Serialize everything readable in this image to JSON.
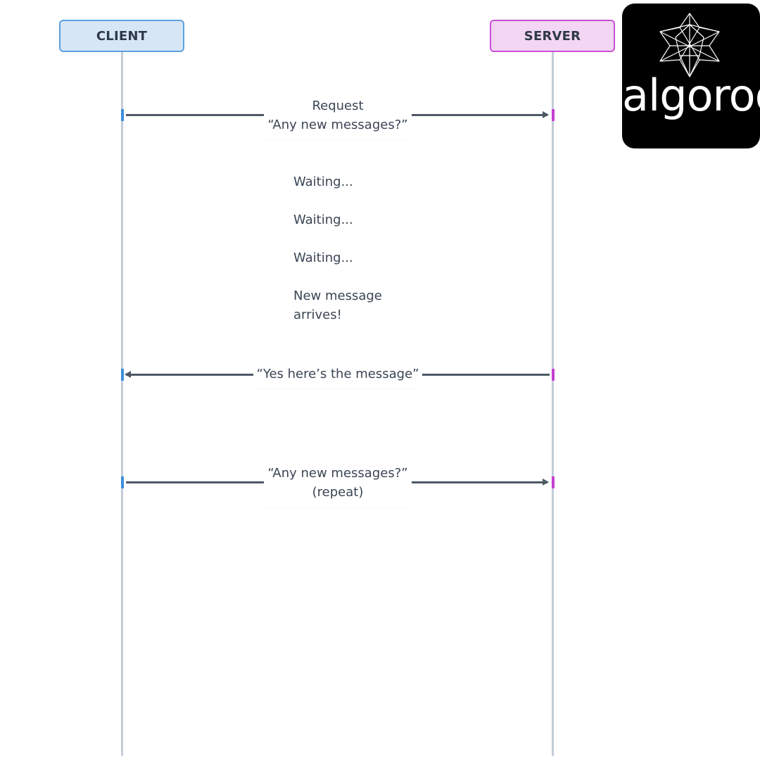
{
  "actors": {
    "client": "CLIENT",
    "server": "SERVER"
  },
  "messages": [
    {
      "direction": "client-to-server",
      "lines": [
        "Request",
        "“Any new messages?”"
      ]
    },
    {
      "direction": "server-to-client",
      "lines": [
        "“Yes here’s the message”"
      ]
    },
    {
      "direction": "client-to-server",
      "lines": [
        "“Any new messages?”",
        "(repeat)"
      ]
    }
  ],
  "notes": [
    [
      "Waiting..."
    ],
    [
      "Waiting..."
    ],
    [
      "Waiting..."
    ],
    [
      "New message",
      "arrives!"
    ]
  ],
  "logo": {
    "text": "algoroq",
    "icon": "star-polyhedron-icon"
  },
  "colors": {
    "client_fill": "#d6e6f7",
    "client_border": "#5aa0e0",
    "server_fill": "#f2d6f3",
    "server_border": "#c94fd6",
    "arrow": "#4e5966",
    "lifeline": "#c3cdd9"
  }
}
